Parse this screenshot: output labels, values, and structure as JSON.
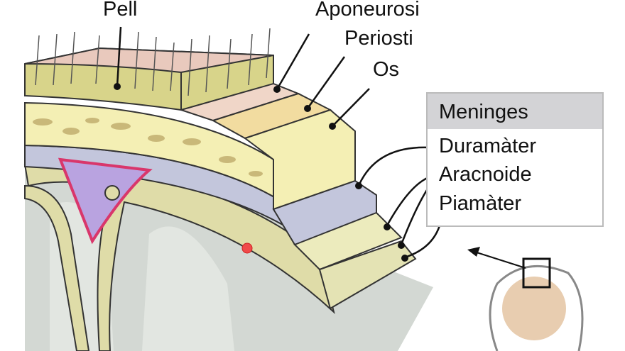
{
  "labels": {
    "skin": "Pell",
    "aponeurosis": "Aponeurosi",
    "periosteum": "Periosti",
    "bone": "Os"
  },
  "meninges": {
    "title": "Meninges",
    "items": [
      "Duramàter",
      "Aracnoide",
      "Piamàter"
    ]
  },
  "colors": {
    "skin_top": "#e9c9bd",
    "skin_body": "#d8d48a",
    "bone": "#f4efb4",
    "bone_spots": "#c9b879",
    "dura": "#c3c6dc",
    "arachnoid": "#ecebbd",
    "brain": "#d3d8d3",
    "sinus": "#b9a3e0",
    "sinus_border": "#d9366b"
  }
}
